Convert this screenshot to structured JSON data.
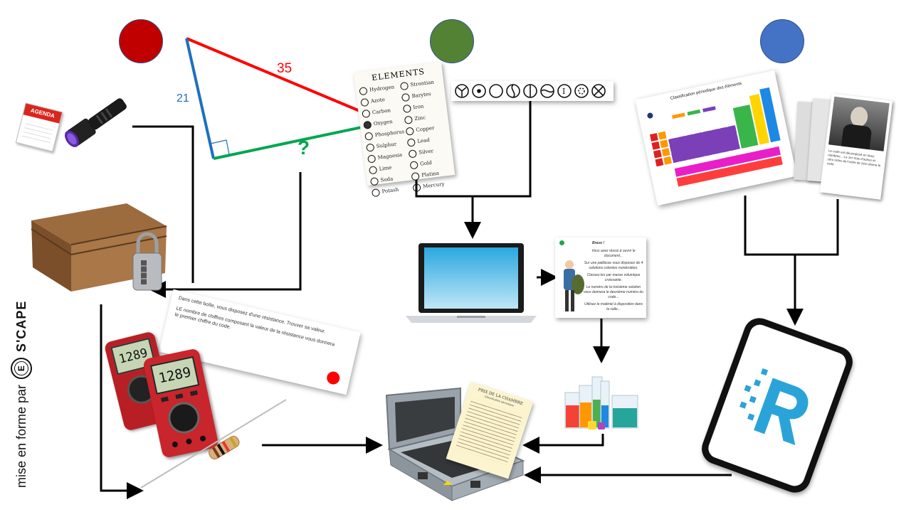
{
  "colors": {
    "red_dot": "#c00000",
    "green_dot": "#548235",
    "blue_dot": "#4472c4",
    "triangle_hyp": "#ff0000",
    "triangle_vertical": "#1f6fc0",
    "triangle_base": "#00a651",
    "arrow": "#000000"
  },
  "triangle": {
    "hyp_label": "35",
    "side_label": "21",
    "unknown_label": "?"
  },
  "calendar": {
    "label": "AGENDA"
  },
  "elements_sheet": {
    "title": "ELEMENTS",
    "left": [
      "Hydrogen",
      "Azote",
      "Carbon",
      "Oxygen",
      "Phosphorus",
      "Sulphur",
      "Magnesia",
      "Lime",
      "Soda",
      "Potash"
    ],
    "right": [
      "Strontian",
      "Barytes",
      "Iron",
      "Zinc",
      "Copper",
      "Lead",
      "Silver",
      "Gold",
      "Platina",
      "Mercury"
    ]
  },
  "symbol_strip": {
    "count": 9
  },
  "periodic_table": {
    "title": "Classification périodique des éléments",
    "card_text": "Le code est décomposé en deux nombres... Le 1er trois d'autres et zéro ordre de l'ordre de zéro donne le code."
  },
  "message_card": {
    "title": "Bravo !",
    "lines": [
      "Vous avez réussi à ouvrir le document...",
      "Sur une paillasse vous disposez de 4 solutions colorées numérotées.",
      "Classez-les par masse volumique croissante.",
      "Le numéro de la troisième solution vous donnera le deuxième numéro du code...",
      "Utilisez le matériel à disposition dans la salle..."
    ]
  },
  "resistor_note": {
    "line1": "Dans cette boîte, vous disposez d'une résistance. Trouver sa valeur.",
    "line2": "LE nombre de chiffres composant la valeur de la résistance vous donnera le premier chiffre du code."
  },
  "multimeter": {
    "display": "1289",
    "display2": "1289"
  },
  "sheet_in_case": {
    "title": "PRIX DE LA CHAMBRE",
    "subtitle": "Classification périodique"
  },
  "watermark": {
    "prefix": "mise en forme par",
    "brand": "S'CAPE",
    "letter": "E"
  }
}
